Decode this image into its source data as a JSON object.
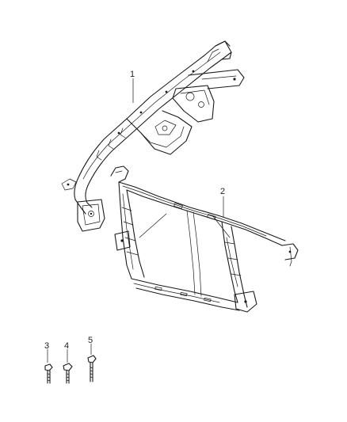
{
  "callouts": {
    "part1": "1",
    "part2": "2",
    "part3": "3",
    "part4": "4",
    "part5": "5"
  }
}
